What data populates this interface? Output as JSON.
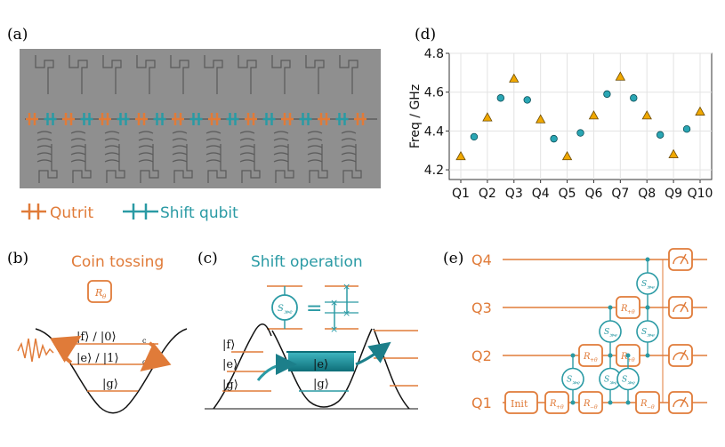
{
  "panels": {
    "a": {
      "label": "(a)",
      "legend": [
        {
          "text": "Qutrit",
          "color": "#e07b39"
        },
        {
          "text": "Shift qubit",
          "color": "#2a9aa4"
        }
      ]
    },
    "b": {
      "label": "(b)",
      "title": "Coin tossing",
      "gate": "R",
      "gate_sub": "θ",
      "level_f": "|f⟩ / |0⟩",
      "level_e": "|e⟩ / |1⟩",
      "level_sub": "c",
      "level_g": "|g⟩"
    },
    "c": {
      "label": "(c)",
      "title": "Shift operation",
      "gate": "S",
      "gate_sub": "≫e",
      "equals": "=",
      "ket_f": "|f⟩",
      "ket_e": "|e⟩",
      "ket_g": "|g⟩",
      "ket_e2": "|e⟩",
      "ket_g2": "|g⟩"
    },
    "d": {
      "label": "(d)"
    },
    "e": {
      "label": "(e)",
      "wires": [
        "Q4",
        "Q3",
        "Q2",
        "Q1"
      ],
      "init": "Init",
      "r_plus": "R",
      "r_plus_sub": "+θ",
      "r_minus": "R",
      "r_minus_sub": "−θ",
      "shift": "S",
      "shift_sub": "≫e"
    }
  },
  "colors": {
    "orange": "#e07b39",
    "teal": "#2a9aa4",
    "marker_tri": "#f0a800",
    "marker_circ": "#2aa6b4"
  },
  "chart_data": {
    "type": "scatter",
    "ylabel": "Freq / GHz",
    "xlabel": "",
    "title": "",
    "categories": [
      "Q1",
      "Q2",
      "Q3",
      "Q4",
      "Q5",
      "Q6",
      "Q7",
      "Q8",
      "Q9",
      "Q10"
    ],
    "ylim": [
      4.15,
      4.8
    ],
    "yticks": [
      4.2,
      4.4,
      4.6,
      4.8
    ],
    "grid": true,
    "series": [
      {
        "marker": "triangle",
        "points": [
          {
            "x": 1,
            "y": 4.27
          },
          {
            "x": 2,
            "y": 4.47
          },
          {
            "x": 3,
            "y": 4.67
          },
          {
            "x": 4,
            "y": 4.46
          },
          {
            "x": 5,
            "y": 4.27
          },
          {
            "x": 6,
            "y": 4.48
          },
          {
            "x": 7,
            "y": 4.68
          },
          {
            "x": 8,
            "y": 4.48
          },
          {
            "x": 9,
            "y": 4.28
          },
          {
            "x": 10,
            "y": 4.5
          }
        ]
      },
      {
        "marker": "circle",
        "points": [
          {
            "x": 1.5,
            "y": 4.37
          },
          {
            "x": 2.5,
            "y": 4.57
          },
          {
            "x": 3.5,
            "y": 4.56
          },
          {
            "x": 4.5,
            "y": 4.36
          },
          {
            "x": 5.5,
            "y": 4.39
          },
          {
            "x": 6.5,
            "y": 4.59
          },
          {
            "x": 7.5,
            "y": 4.57
          },
          {
            "x": 8.5,
            "y": 4.38
          },
          {
            "x": 9.5,
            "y": 4.41
          }
        ]
      }
    ]
  }
}
